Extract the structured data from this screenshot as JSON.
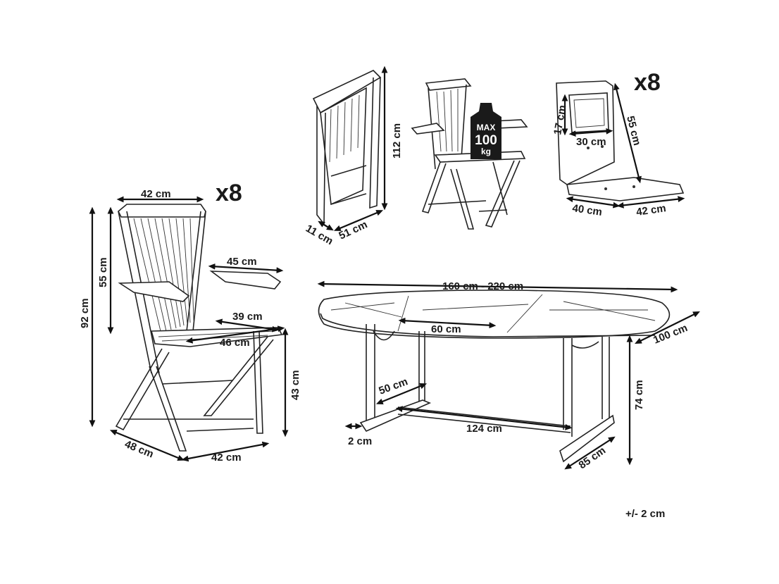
{
  "chair": {
    "quantity": "x8",
    "width_top": "42 cm",
    "backrest_height": "55 cm",
    "total_height": "92 cm",
    "armrest_span": "45 cm",
    "seat_depth": "39 cm",
    "seat_width": "46 cm",
    "seat_height": "43 cm",
    "base_depth": "48 cm",
    "base_width": "42 cm"
  },
  "folded_chair": {
    "height": "112 cm",
    "thickness": "11 cm",
    "width": "51 cm"
  },
  "load_badge": {
    "line1": "MAX",
    "line2": "100",
    "line3": "kg"
  },
  "cushion": {
    "quantity": "x8",
    "pillow_height": "17 cm",
    "pillow_width": "30 cm",
    "back_length": "55 cm",
    "seat_depth": "40 cm",
    "seat_width": "42 cm"
  },
  "table": {
    "length": "160 cm - 220 cm",
    "extension": "60 cm",
    "width": "100 cm",
    "leg_spacing": "50 cm",
    "stretcher_length": "124 cm",
    "foot_offset": "2 cm",
    "height": "74 cm",
    "base_width": "85 cm"
  },
  "tolerance": "+/- 2 cm"
}
